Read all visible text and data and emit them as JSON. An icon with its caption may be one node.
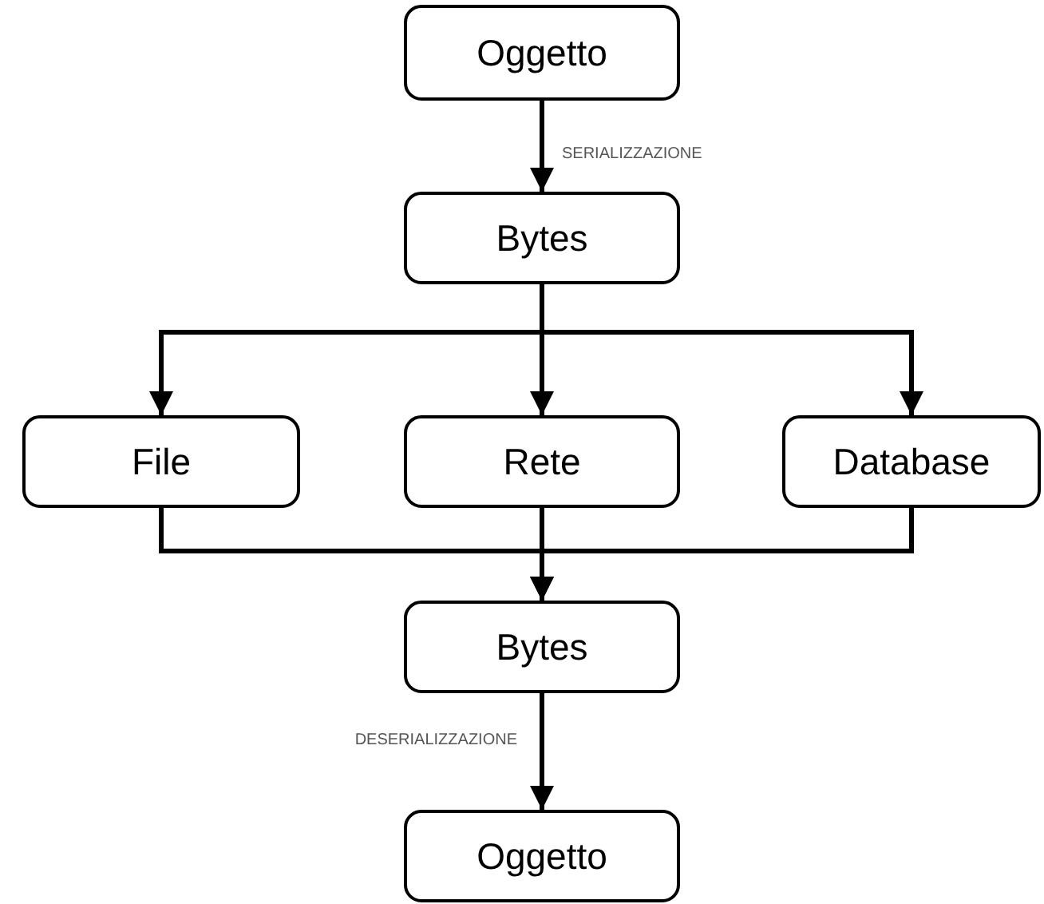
{
  "diagram": {
    "nodes": [
      {
        "text": [
          "Oggetto"
        ]
      },
      {
        "text": [
          "Bytes"
        ]
      },
      {
        "text": [
          "File"
        ]
      },
      {
        "text": [
          "Rete"
        ]
      },
      {
        "text": [
          "Database"
        ]
      },
      {
        "text": [
          "Bytes"
        ]
      },
      {
        "text": [
          "Oggetto"
        ]
      }
    ],
    "edges": [
      {
        "from": 0,
        "to": 1,
        "arrow": "to",
        "label": "SERIALIZZAZIONE"
      },
      {
        "from": 1,
        "to": 2,
        "arrow": "to"
      },
      {
        "from": 1,
        "to": 3,
        "arrow": "to"
      },
      {
        "from": 1,
        "to": 4,
        "arrow": "to"
      },
      {
        "from": 2,
        "to": 5,
        "arrow": "to"
      },
      {
        "from": 3,
        "to": 5,
        "arrow": "to"
      },
      {
        "from": 4,
        "to": 5,
        "arrow": "to"
      },
      {
        "from": 5,
        "to": 6,
        "arrow": "to",
        "label": "DESERIALIZZAZIONE"
      }
    ]
  }
}
